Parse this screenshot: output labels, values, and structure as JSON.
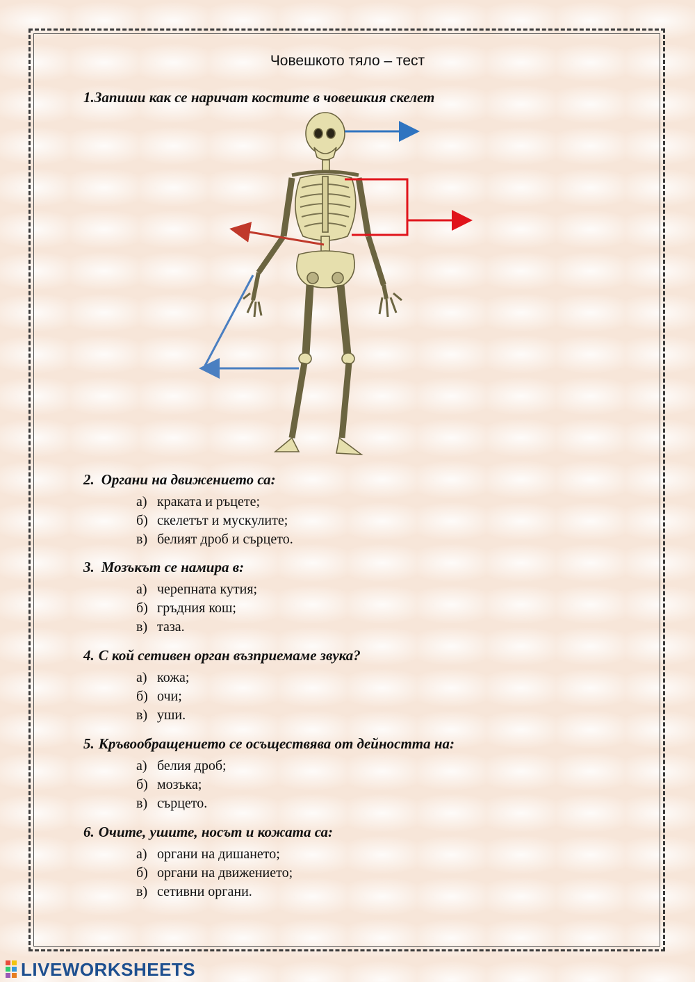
{
  "title": "Човешкото тяло – тест",
  "q1": {
    "text": "1.Запиши как се наричат костите в човешкия скелет"
  },
  "questions": [
    {
      "num": "2.",
      "text": "Органи на движението са:",
      "options": [
        {
          "letter": "а)",
          "text": "краката и ръцете;"
        },
        {
          "letter": "б)",
          "text": "скелетът и мускулите;"
        },
        {
          "letter": "в)",
          "text": "белият дроб и сърцето."
        }
      ]
    },
    {
      "num": "3.",
      "text": "Мозъкът се намира в:",
      "options": [
        {
          "letter": "а)",
          "text": "черепната кутия;"
        },
        {
          "letter": "б)",
          "text": "гръдния кош;"
        },
        {
          "letter": "в)",
          "text": "таза."
        }
      ]
    },
    {
      "num": "4.",
      "text": "С кой сетивен орган възприемаме звука?",
      "options": [
        {
          "letter": "а)",
          "text": "кожа;"
        },
        {
          "letter": "б)",
          "text": "очи;"
        },
        {
          "letter": "в)",
          "text": "уши."
        }
      ]
    },
    {
      "num": "5.",
      "text": "Кръвообращението се осъществява от дейността на:",
      "options": [
        {
          "letter": "а)",
          "text": "белия дроб;"
        },
        {
          "letter": "б)",
          "text": "мозъка;"
        },
        {
          "letter": "в)",
          "text": "сърцето."
        }
      ]
    },
    {
      "num": "6.",
      "text": "Очите, ушите, носът и кожата са:",
      "options": [
        {
          "letter": "а)",
          "text": "органи на дишането;"
        },
        {
          "letter": "б)",
          "text": "органи на движението;"
        },
        {
          "letter": "в)",
          "text": "сетивни органи."
        }
      ]
    }
  ],
  "footer": {
    "logo_text": "LIVEWORKSHEETS"
  },
  "colors": {
    "arrow_blue": "#2f74c0",
    "arrow_red": "#e0141b",
    "arrow_darkred": "#c0392b",
    "arrow_steel": "#4a7fc1",
    "bone": "#e3dba8"
  }
}
